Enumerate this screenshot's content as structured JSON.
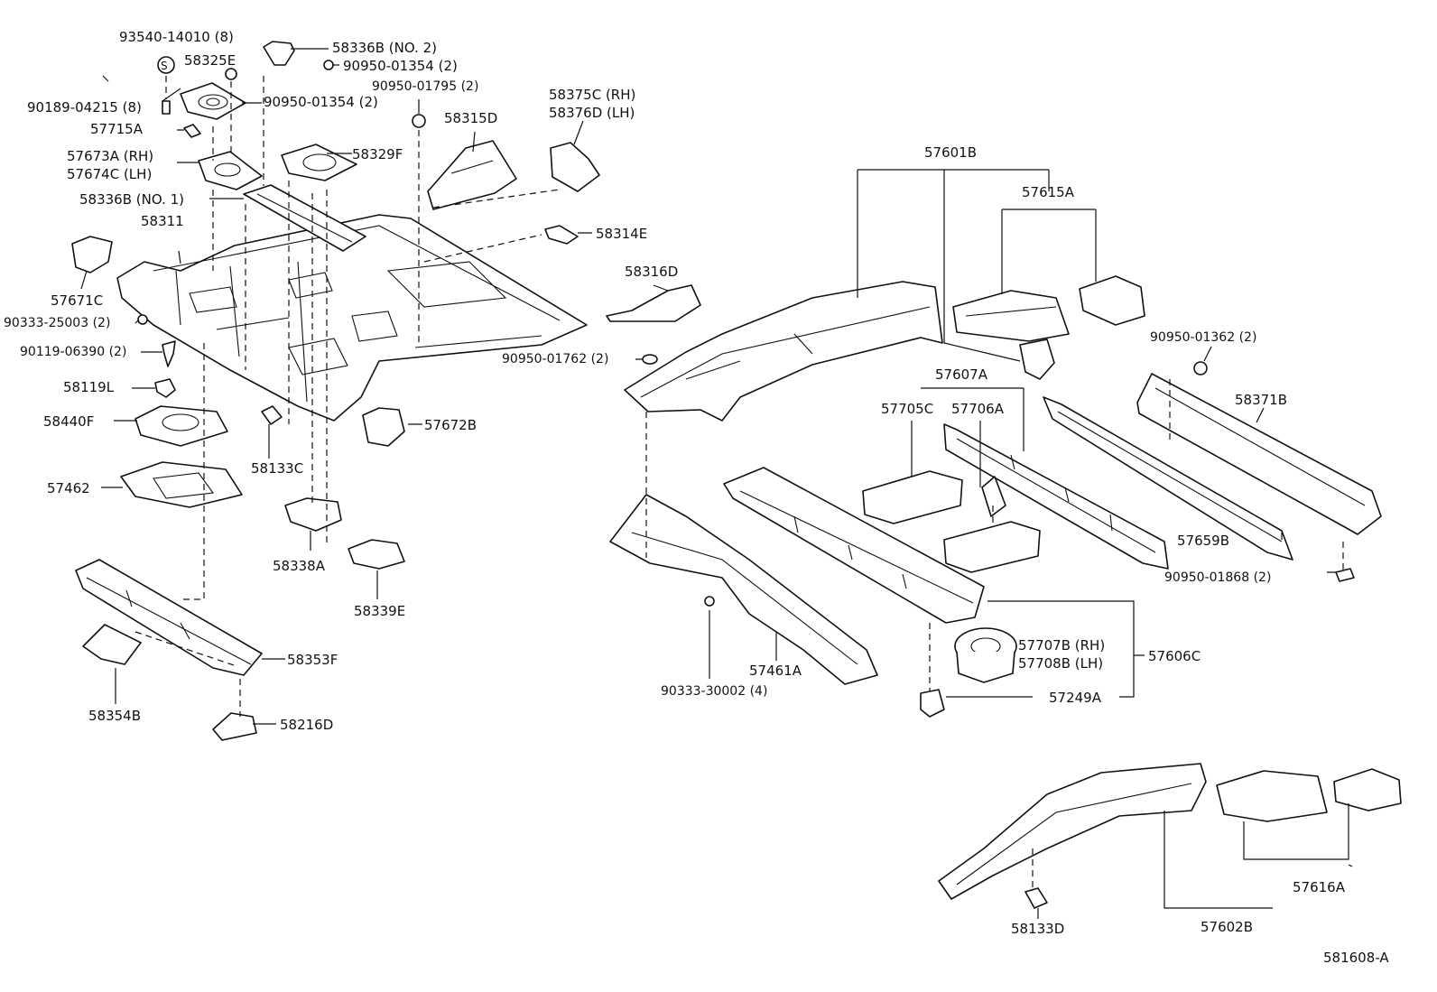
{
  "diagram": {
    "reference": "581608-A",
    "labels": {
      "p93540": "93540-14010 (8)",
      "p58325E": "58325E",
      "p58336B2": "58336B (NO. 2)",
      "p90950_01354a": "90950-01354 (2)",
      "p90950_01354b": "90950-01354 (2)",
      "p90189": "90189-04215 (8)",
      "p57715A": "57715A",
      "p57673A": "57673A (RH)",
      "p57674C": "57674C (LH)",
      "p58329F": "58329F",
      "p58336B1": "58336B (NO. 1)",
      "p58311": "58311",
      "p57671C": "57671C",
      "p90333_25003": "90333-25003 (2)",
      "p90119": "90119-06390 (2)",
      "p58119L": "58119L",
      "p58440F": "58440F",
      "p57462": "57462",
      "p58133C": "58133C",
      "p57672B": "57672B",
      "p58338A": "58338A",
      "p58339E": "58339E",
      "p58353F": "58353F",
      "p58354B": "58354B",
      "p58216D": "58216D",
      "p90950_01795": "90950-01795 (2)",
      "p58315D": "58315D",
      "p58375C": "58375C (RH)",
      "p58376D": "58376D (LH)",
      "p58314E": "58314E",
      "p58316D": "58316D",
      "p90950_01762": "90950-01762 (2)",
      "p57601B": "57601B",
      "p57615A": "57615A",
      "p90950_01362": "90950-01362 (2)",
      "p58371B": "58371B",
      "p57607A": "57607A",
      "p57705C": "57705C",
      "p57706A": "57706A",
      "p57659B": "57659B",
      "p90950_01868": "90950-01868 (2)",
      "p57461A": "57461A",
      "p90333_30002": "90333-30002 (4)",
      "p57707B": "57707B (RH)",
      "p57708B": "57708B (LH)",
      "p57606C": "57606C",
      "p57249A": "57249A",
      "p58133D": "58133D",
      "p57616A": "57616A",
      "p57602B": "57602B"
    }
  }
}
